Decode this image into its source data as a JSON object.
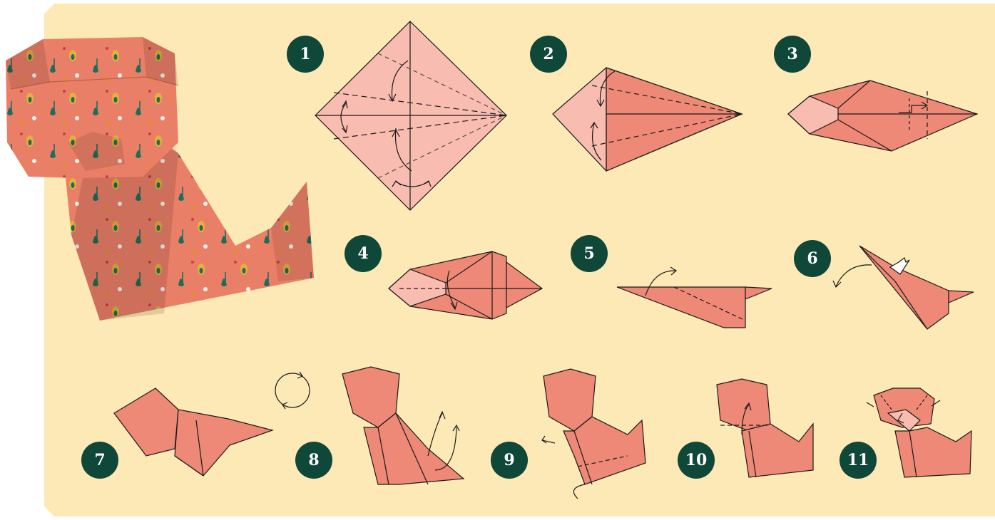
{
  "colors": {
    "background": "#fde9b6",
    "badge": "#0f4739",
    "badge_text": "#ffffff",
    "paper_light": "#f8bcb0",
    "paper_dark": "#ee8877",
    "line": "#1a1a1a"
  },
  "steps": [
    {
      "number": "1"
    },
    {
      "number": "2"
    },
    {
      "number": "3"
    },
    {
      "number": "4"
    },
    {
      "number": "5"
    },
    {
      "number": "6"
    },
    {
      "number": "7"
    },
    {
      "number": "8"
    },
    {
      "number": "9"
    },
    {
      "number": "10"
    },
    {
      "number": "11"
    }
  ],
  "finished_model": {
    "icons": [
      "bunny-icon",
      "bird-icon",
      "dog-icon",
      "leaf-icon",
      "pear-icon",
      "carrot-icon",
      "strawberry-icon"
    ]
  }
}
